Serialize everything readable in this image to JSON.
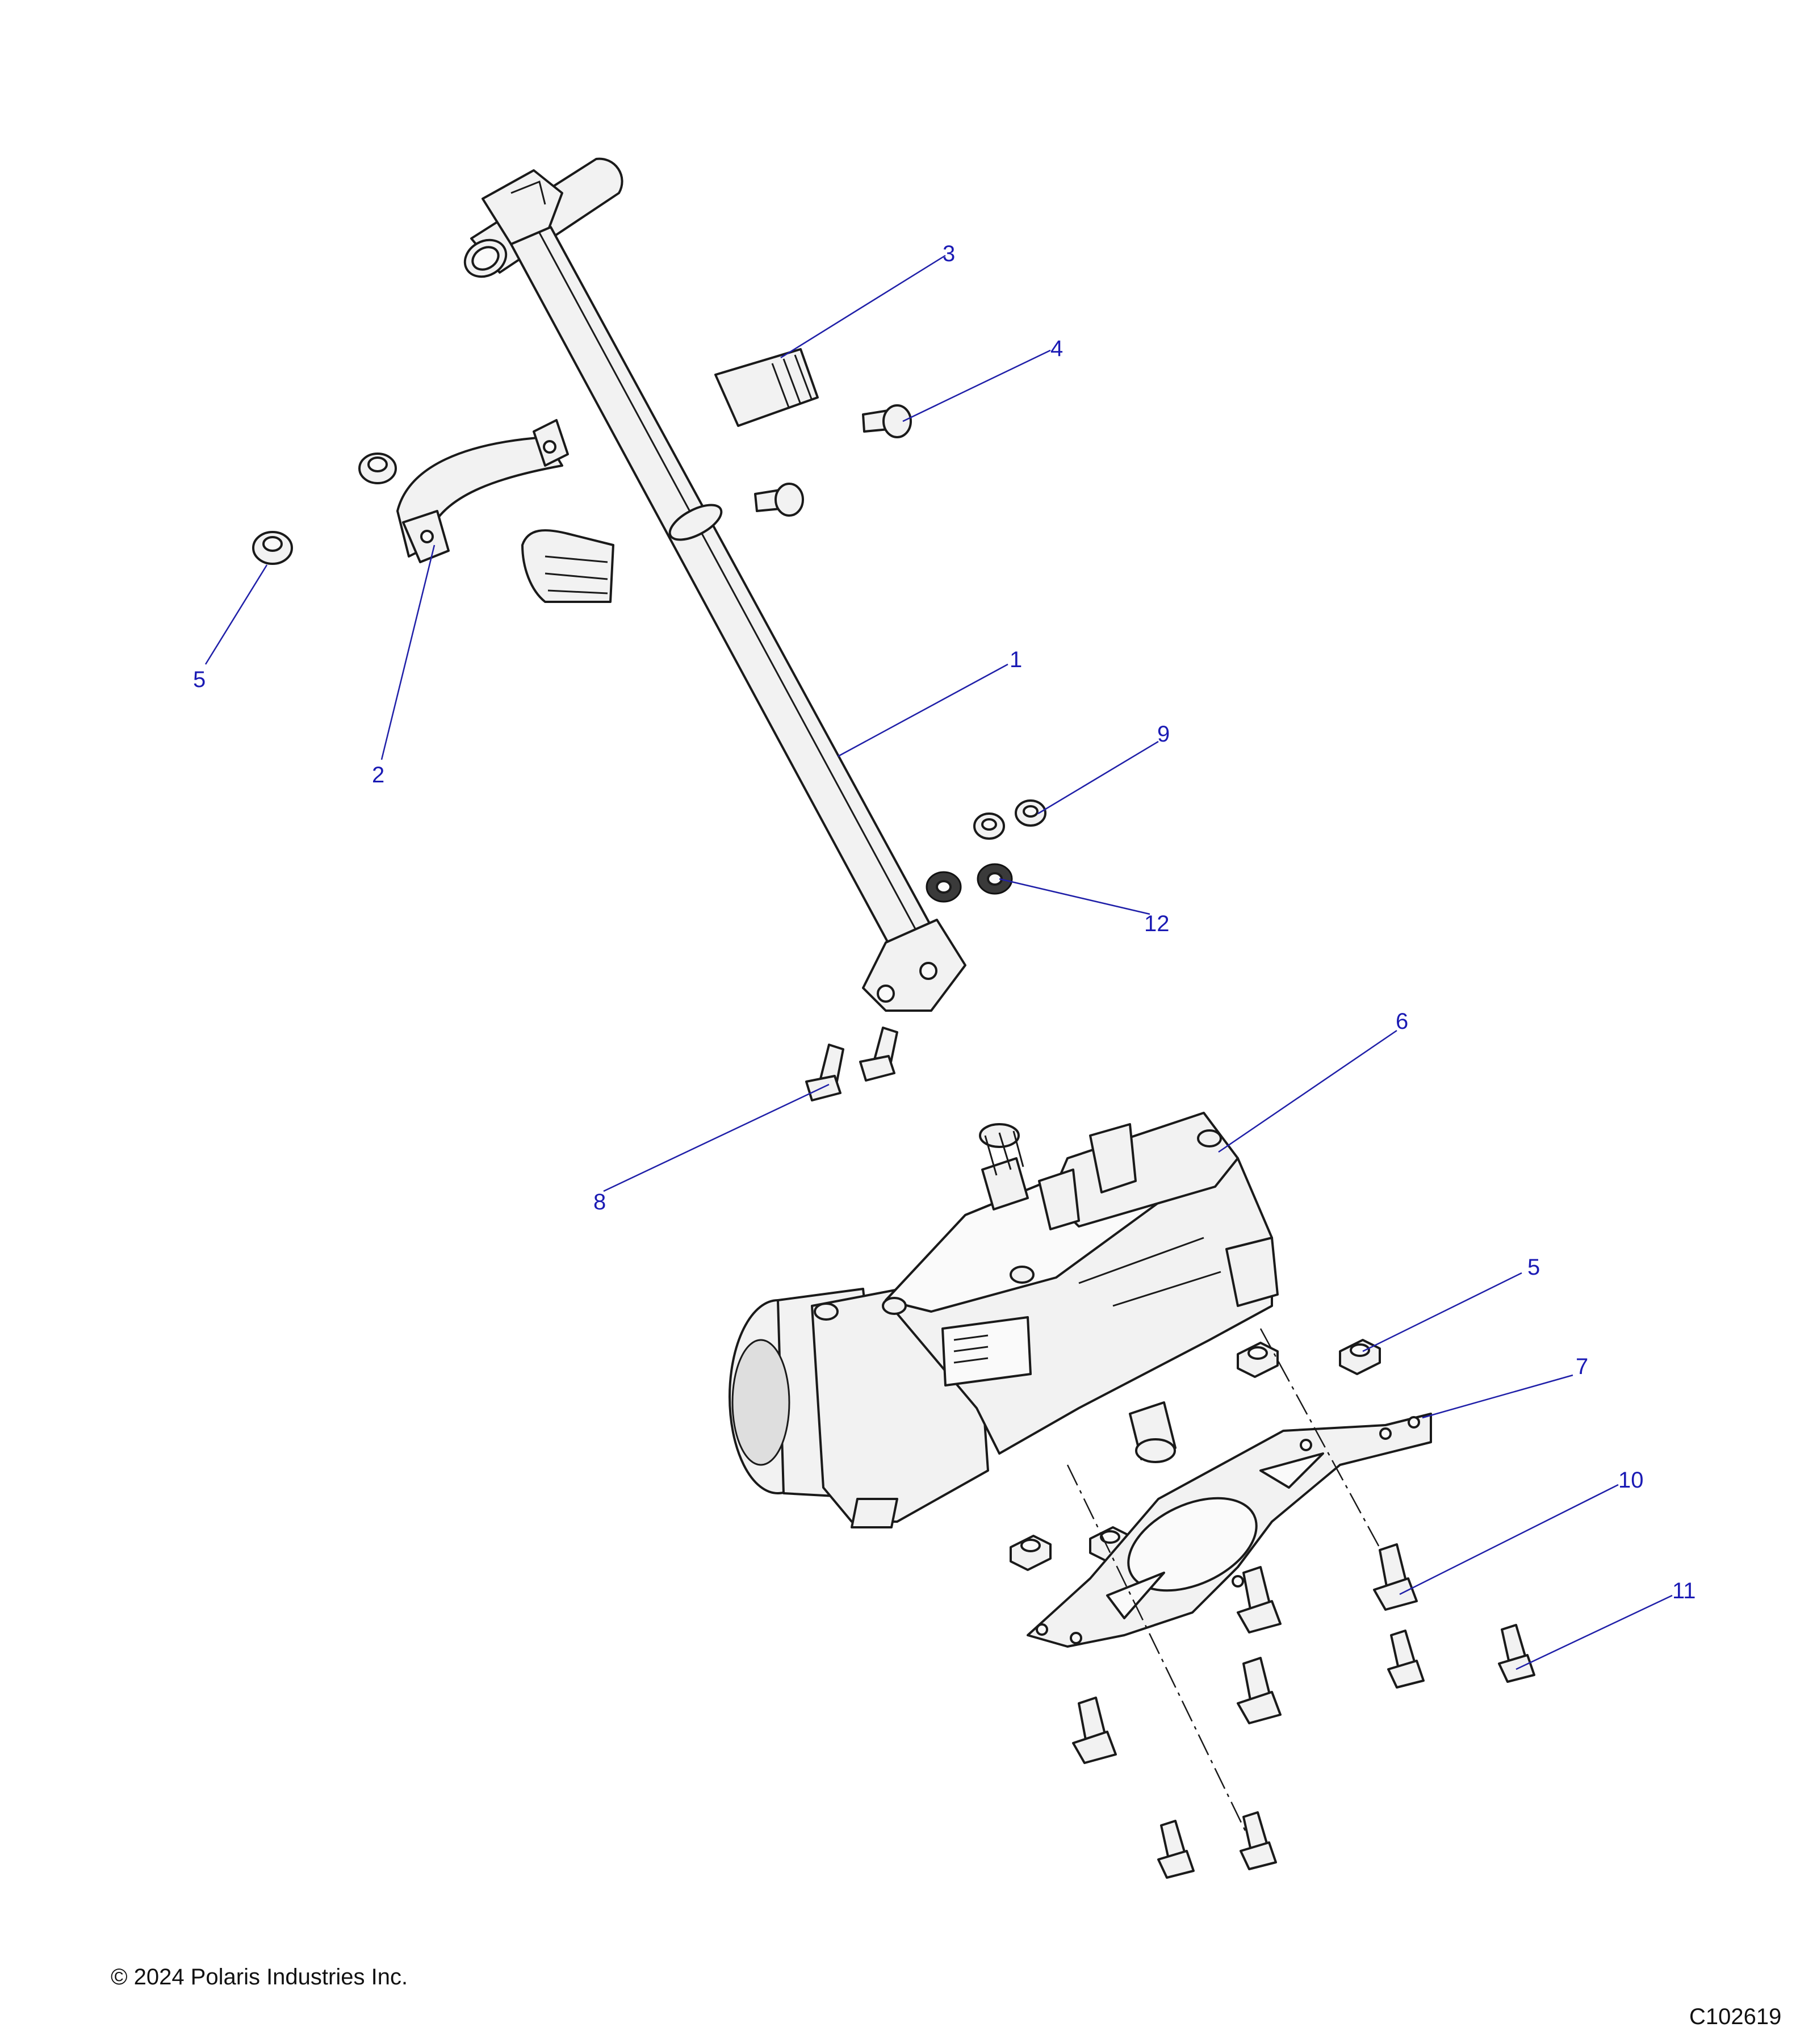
{
  "callouts": {
    "c1": "1",
    "c2": "2",
    "c3": "3",
    "c4": "4",
    "c5a": "5",
    "c5b": "5",
    "c6": "6",
    "c7": "7",
    "c8": "8",
    "c9": "9",
    "c10": "10",
    "c11": "11",
    "c12": "12"
  },
  "footer": {
    "copyright": "© 2024 Polaris Industries Inc.",
    "figure_id": "C102619"
  },
  "colors": {
    "line_art": "#1a1a1a",
    "callout_text": "#1a1ab4",
    "leader_line": "#1f1fa8"
  }
}
